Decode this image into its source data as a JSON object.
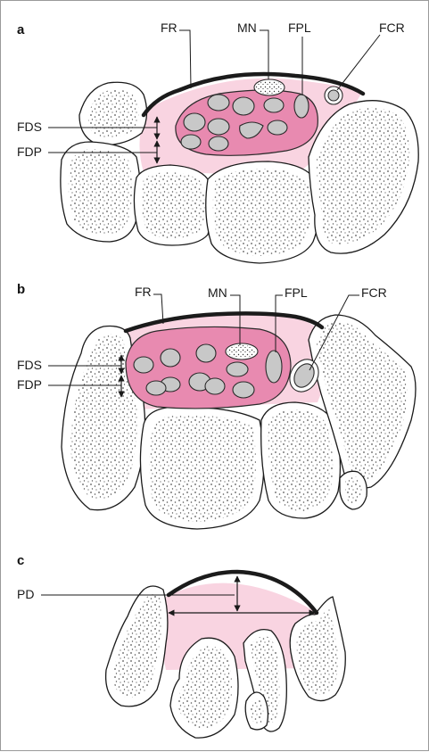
{
  "panels": [
    {
      "id": "a",
      "labels": {
        "fr": "FR",
        "mn": "MN",
        "fpl": "FPL",
        "fcr": "FCR",
        "fds": "FDS",
        "fdp": "FDP"
      }
    },
    {
      "id": "b",
      "labels": {
        "fr": "FR",
        "mn": "MN",
        "fpl": "FPL",
        "fcr": "FCR",
        "fds": "FDS",
        "fdp": "FDP"
      }
    },
    {
      "id": "c",
      "labels": {
        "pd": "PD"
      }
    }
  ],
  "colors": {
    "tunnel": "#f9d4e1",
    "sheath": "#e88ab0",
    "tendon": "#c8c8c8",
    "retinaculum": "#1b1b1b",
    "bone_fill": "#ffffff",
    "bone_speckle": "#555555"
  }
}
